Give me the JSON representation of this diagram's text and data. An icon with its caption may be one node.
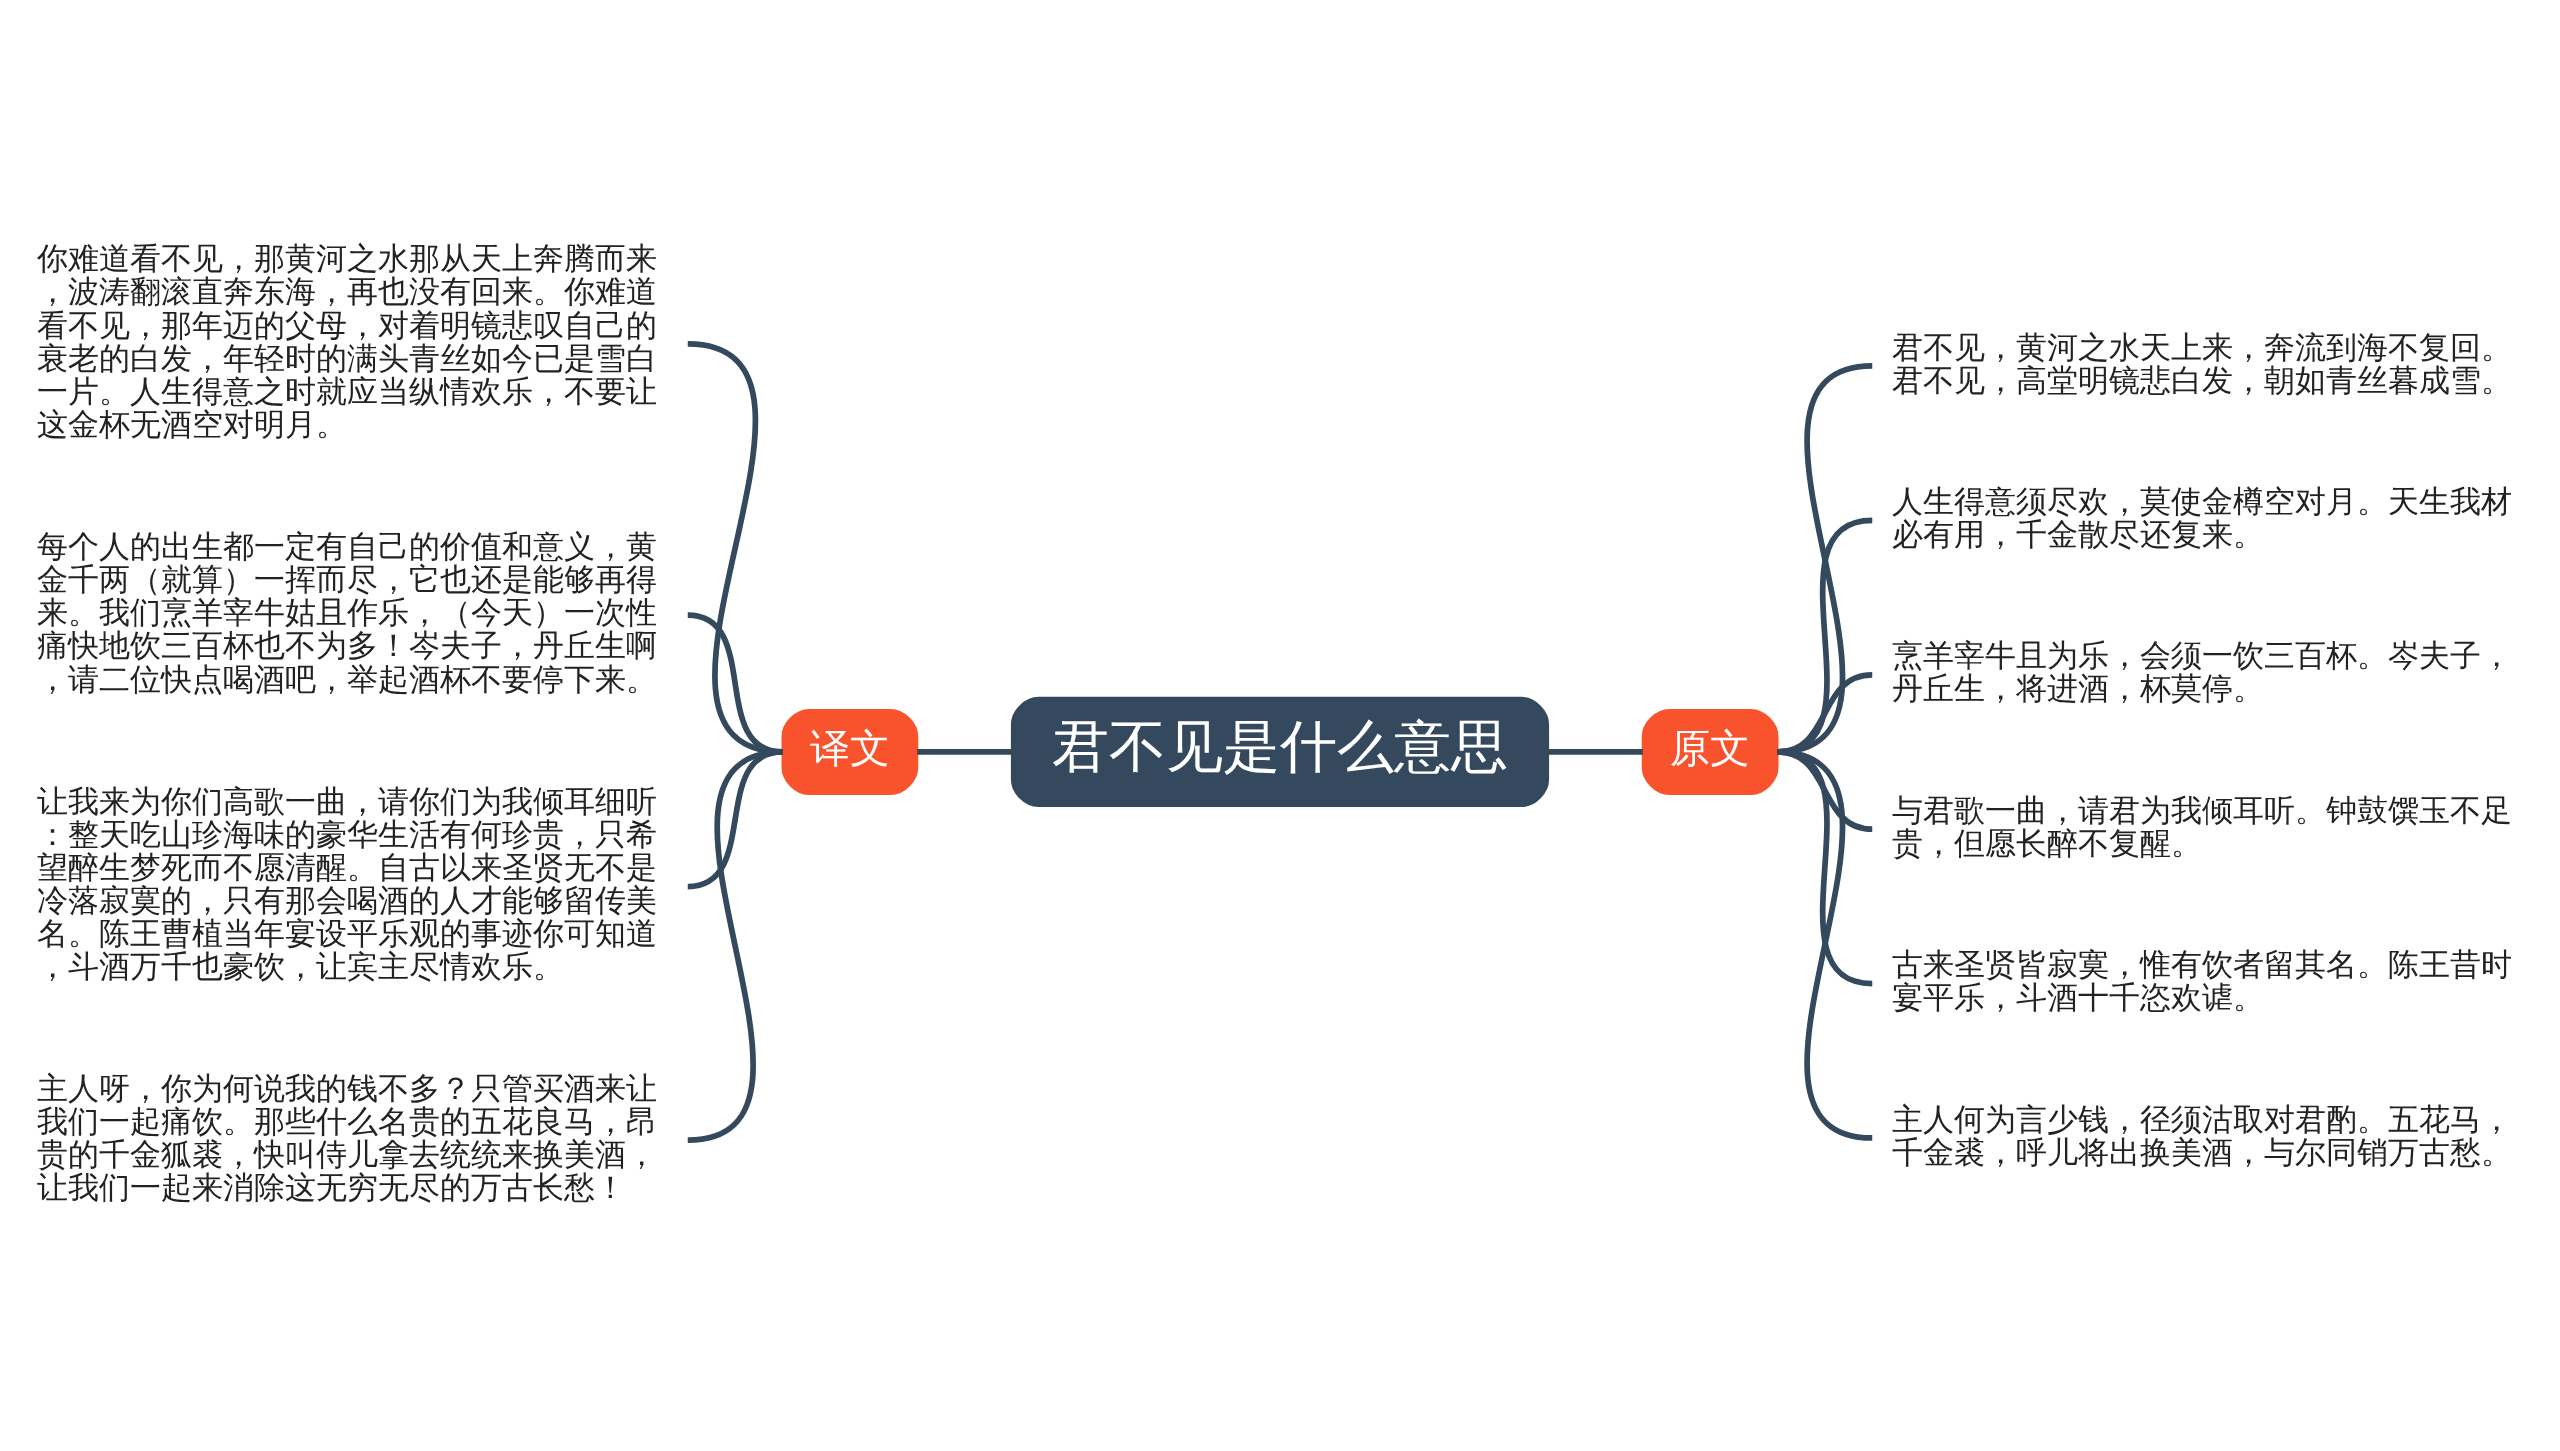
{
  "diagram": {
    "nodes": [
      {
        "text": [
          "君不见是什么意思"
        ]
      },
      {
        "text": [
          "译文"
        ]
      },
      {
        "text": [
          "你难道看不见，那黄河之水那从天上奔腾而来，波涛翻滚直奔东海，再也没有回来。你难道看不见，那年迈的父母，对着明镜悲叹自己的衰老的白发，年轻时的满头青丝如今已是雪白一片。人生得意之时就应当纵情欢乐，不要让这金杯无酒空对明月。"
        ]
      },
      {
        "text": [
          "每个人的出生都一定有自己的价值和意义，黄金千两（就算）一挥而尽，它也还是能够再得来。我们烹羊宰牛姑且作乐，（今天）一次性痛快地饮三百杯也不为多！岑夫子，丹丘生啊，请二位快点喝酒吧，举起酒杯不要停下来。"
        ]
      },
      {
        "text": [
          "让我来为你们高歌一曲，请你们为我倾耳细听：整天吃山珍海味的豪华生活有何珍贵，只希望醉生梦死而不愿清醒。自古以来圣贤无不是冷落寂寞的，只有那会喝酒的人才能够留传美名。陈王曹植当年宴设平乐观的事迹你可知道，斗酒万千也豪饮，让宾主尽情欢乐。"
        ]
      },
      {
        "text": [
          "主人呀，你为何说我的钱不多？只管买酒来让我们一起痛饮。那些什么名贵的五花良马，昂贵的千金狐裘，快叫侍儿拿去统统来换美酒，让我们一起来消除这无穷无尽的万古长愁！"
        ]
      },
      {
        "text": [
          "原文"
        ]
      },
      {
        "text": [
          "君不见，黄河之水天上来，奔流到海不复回。君不见，高堂明镜悲白发，朝如青丝暮成雪。"
        ]
      },
      {
        "text": [
          "人生得意须尽欢，莫使金樽空对月。天生我材必有用，千金散尽还复来。"
        ]
      },
      {
        "text": [
          "烹羊宰牛且为乐，会须一饮三百杯。岑夫子，丹丘生，将进酒，杯莫停。"
        ]
      },
      {
        "text": [
          "与君歌一曲，请君为我倾耳听。钟鼓馔玉不足贵，但愿长醉不复醒。"
        ]
      },
      {
        "text": [
          "古来圣贤皆寂寞，惟有饮者留其名。陈王昔时宴平乐，斗酒十千恣欢谑。"
        ]
      },
      {
        "text": [
          "主人何为言少钱，径须沽取对君酌。五花马，千金裘，呼儿将出换美酒，与尔同销万古愁。"
        ]
      }
    ],
    "edges": [
      {
        "from": 0,
        "to": 1,
        "arrow": "none"
      },
      {
        "from": 1,
        "to": 2,
        "arrow": "none"
      },
      {
        "from": 1,
        "to": 3,
        "arrow": "none"
      },
      {
        "from": 1,
        "to": 4,
        "arrow": "none"
      },
      {
        "from": 1,
        "to": 5,
        "arrow": "none"
      },
      {
        "from": 0,
        "to": 6,
        "arrow": "none"
      },
      {
        "from": 6,
        "to": 7,
        "arrow": "none"
      },
      {
        "from": 6,
        "to": 8,
        "arrow": "none"
      },
      {
        "from": 6,
        "to": 9,
        "arrow": "none"
      },
      {
        "from": 6,
        "to": 10,
        "arrow": "none"
      },
      {
        "from": 6,
        "to": 11,
        "arrow": "none"
      },
      {
        "from": 6,
        "to": 12,
        "arrow": "none"
      }
    ]
  }
}
